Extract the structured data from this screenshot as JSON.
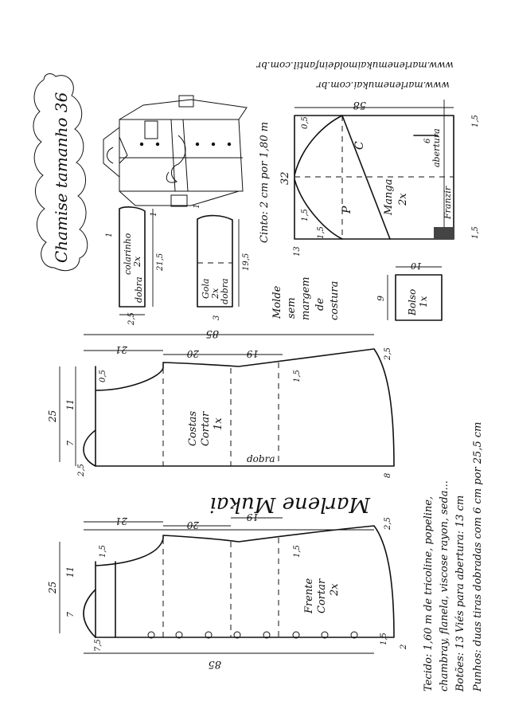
{
  "header": {
    "title": "Chamise tamanho 36",
    "url1": "www.marlenemukai.com.br",
    "url2": "www.marlenemukaimoldeinfantil.com.br"
  },
  "sleeve": {
    "piece_label": "Manga",
    "qty": "2x",
    "back_mark": "C",
    "front_mark": "P",
    "opening_label": "abertura",
    "fringe_label": "Franzir",
    "dims": {
      "width": "58",
      "height": "32",
      "cuff_l": "1,5",
      "cuff_r": "1,5",
      "cap": "0,5",
      "bottom_l": "1,5",
      "bottom_r": "1,5",
      "bottom_13": "13",
      "opening": "6"
    }
  },
  "belt": {
    "text": "Cinto: 2 cm por 1,80 m"
  },
  "collar_stand": {
    "label": "colarinho",
    "qty": "2x",
    "fold": "dobra",
    "dims": {
      "a": "21,5",
      "b": "2,5",
      "c": "1",
      "d": "1"
    }
  },
  "collar": {
    "label": "Gola",
    "qty": "2x",
    "fold": "dobra",
    "dims": {
      "a": "19,5",
      "b": "3",
      "c": "1"
    }
  },
  "note": {
    "line1": "Molde",
    "line2": "sem",
    "line3": "margem",
    "line4": "de",
    "line5": "costura"
  },
  "pocket": {
    "label": "Bolso",
    "qty": "1x",
    "width": "10",
    "height": "9"
  },
  "back": {
    "piece_label": "Costas",
    "cut": "Cortar",
    "qty": "1x",
    "fold": "dobra",
    "dims": {
      "total": "85",
      "seg1": "21",
      "seg2": "20",
      "seg3": "19",
      "height": "25",
      "h1": "11",
      "h2": "7",
      "side": "2,5",
      "neck": "0,5",
      "dart": "1,5",
      "hem": "8",
      "edge": "2,5"
    }
  },
  "signature": "Marlene Mukai",
  "front": {
    "piece_label": "Frente",
    "cut": "Cortar",
    "qty": "2x",
    "dims": {
      "total": "85",
      "seg1": "21",
      "seg2": "20",
      "seg3": "19",
      "height": "25",
      "h1": "11",
      "h2": "7",
      "side": "2,5",
      "neck": "1,5",
      "dart": "1,5",
      "placket": "7,5",
      "placket2": "1,5",
      "hem": "2"
    }
  },
  "materials": {
    "line1": "Tecido: 1,60 m de tricoline, popeline,",
    "line2": "chambray, flanela, viscose rayon, seda...",
    "line3": "Botões: 13    Viés para abertura: 13 cm",
    "line4": "Punhos: duas tiras dobradas com 6 cm por 25,5 cm"
  }
}
